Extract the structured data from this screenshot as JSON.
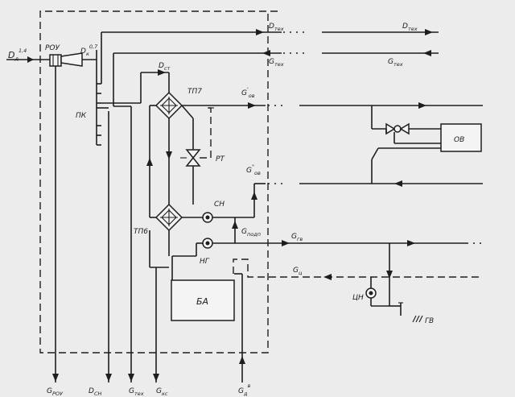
{
  "labels": {
    "d_main": "D",
    "d_main_sub": "д",
    "d_main_sup": "1,4",
    "dk": "D",
    "dk_sub": "к",
    "dk_sup": "0,7",
    "rou": "РОУ",
    "pk": "ПК",
    "dst": "D",
    "dst_sub": "ст",
    "tp7": "ТП7",
    "tp6": "ТП6",
    "rt": "РТ",
    "sn": "СН",
    "ng": "НГ",
    "ba": "БА",
    "tsn": "ЦН",
    "ov": "ОВ",
    "gv": "ГВ",
    "dtex_top": "D",
    "dtex_top_sub": "тех",
    "gtex_top": "G",
    "gtex_top_sub": "тех",
    "dtex_right": "D",
    "dtex_right_sub": "тех",
    "gtex_right": "G",
    "gtex_right_sub": "тех",
    "gov1": "G",
    "gov1_sup": "'",
    "gov1_sub": "ов",
    "gov2": "G",
    "gov2_sup": "\"",
    "gov2_sub": "ов",
    "gpodp": "G",
    "gpodp_sub": "подп",
    "ggv": "G",
    "ggv_sub": "гв",
    "gts": "G",
    "gts_sub": "ц",
    "grou": "G",
    "grou_sub": "РОУ",
    "dsn": "D",
    "dsn_sub": "СН",
    "gtex_bot": "G",
    "gtex_bot_sub": "тех",
    "gks": "G",
    "gks_sub": "кс",
    "gd": "G",
    "gd_sub": "д",
    "gd_sup": "в"
  }
}
